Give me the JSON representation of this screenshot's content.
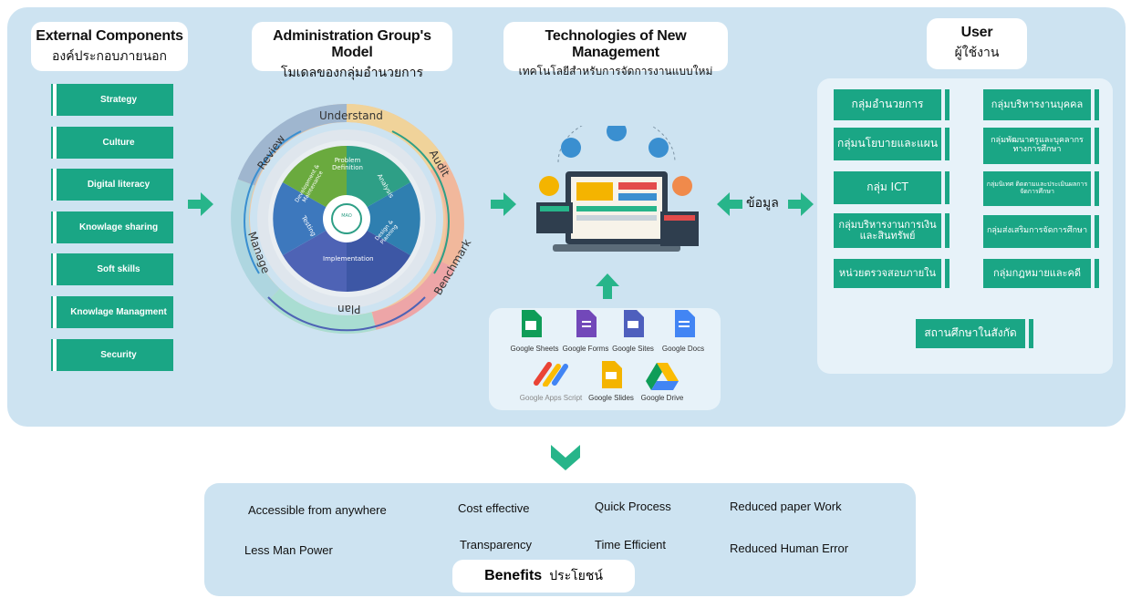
{
  "headers": {
    "external": {
      "en": "External Components",
      "th": "องค์ประกอบภายนอก"
    },
    "admin": {
      "en": "Administration Group's Model",
      "th": "โมเดลของกลุ่มอำนวยการ"
    },
    "tech": {
      "en": "Technologies of New Management",
      "th": "เทคโนโลยีสำหรับการจัดการงานแบบใหม่"
    },
    "user": {
      "en": "User",
      "th": "ผู้ใช้งาน"
    }
  },
  "external_components": [
    "Strategy",
    "Culture",
    "Digital literacy",
    "Knowlage sharing",
    "Soft skills",
    "Knowlage Managment",
    "Security"
  ],
  "cycle": {
    "outer": [
      "Understand",
      "Audit",
      "Benchmark",
      "Plan",
      "Manage",
      "Review"
    ],
    "inner": [
      "Problem Definition",
      "Analysis",
      "Design & Planning",
      "Implementation",
      "Testing",
      "Development & Maintenance"
    ],
    "center": "MAO"
  },
  "data_label": "ข้อมูล",
  "user_groups_left": [
    "กลุ่มอำนวยการ",
    "กลุ่มนโยบายและแผน",
    "กลุ่ม ICT",
    "กลุ่มบริหารงานการเงินและสินทรัพย์",
    "หน่วยตรวจสอบภายใน"
  ],
  "user_groups_right": [
    "กลุ่มบริหารงานบุคคล",
    "กลุ่มพัฒนาครูและบุคลากรทางการศึกษา",
    "กลุ่มนิเทศ ติดตามและประเมินผลการจัดการศึกษา",
    "กลุ่มส่งเสริมการจัดการศึกษา",
    "กลุ่มกฎหมายและคดี"
  ],
  "user_group_bottom": "สถานศึกษาในสังกัด",
  "tools_row1": [
    "Google Sheets",
    "Google Forms",
    "Google Sites",
    "Google Docs"
  ],
  "tools_row2": [
    "Google Apps Script",
    "Google Slides",
    "Google Drive"
  ],
  "benefits": {
    "title_en": "Benefits",
    "title_th": "ประโยชน์",
    "items": [
      "Accessible from anywhere",
      "Cost effective",
      "Quick Process",
      "Reduced paper Work",
      "Less Man Power",
      "Transparency",
      "Time Efficient",
      "Reduced Human Error"
    ]
  },
  "colors": {
    "green": "#1aa685",
    "panel": "#cde3f1",
    "accent": "#27b58a"
  }
}
